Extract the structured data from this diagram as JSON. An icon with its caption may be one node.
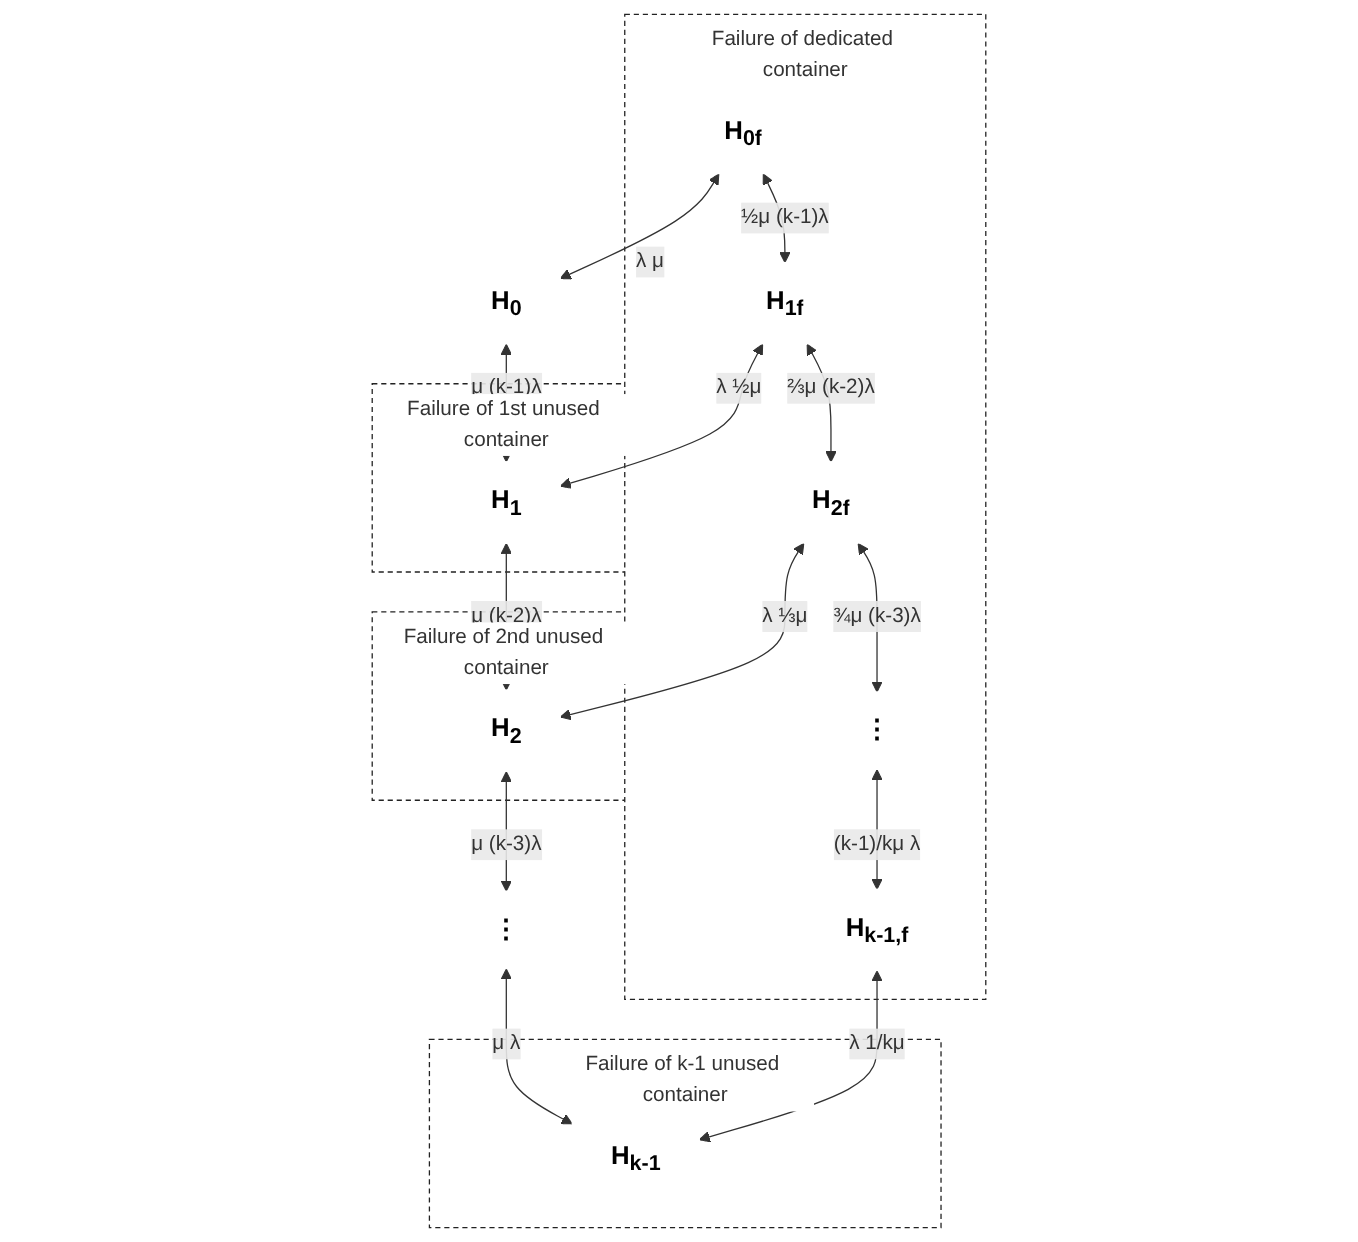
{
  "diagram": {
    "nodes": [
      {
        "text": [
          "Failure of dedicated container"
        ]
      },
      {
        "text": [
          "H$_{0f}$"
        ],
        "in": 0
      },
      {
        "text": [
          "H$_{1f}$"
        ],
        "in": 0
      },
      {
        "text": [
          "H$_{2f}$"
        ],
        "in": 0
      },
      {
        "text": [
          "⋮"
        ],
        "in": 0
      },
      {
        "text": [
          "H$_{k-1,f}$"
        ],
        "in": 0
      },
      {
        "text": [
          "H$_{0}$"
        ]
      },
      {
        "text": [
          "Failure of 1st unused container"
        ]
      },
      {
        "text": [
          "H$_{1}$"
        ],
        "in": 7
      },
      {
        "text": [
          "Failure of 2nd unused container"
        ]
      },
      {
        "text": [
          "H$_{2}$"
        ],
        "in": 9
      },
      {
        "text": [
          "⋮"
        ]
      },
      {
        "text": [
          "Failure of k-1 unused container"
        ]
      },
      {
        "text": [
          "H$_{k-1}$"
        ],
        "in": 12
      }
    ],
    "edges": [
      {
        "from": 1,
        "to": 6,
        "arrow": "both",
        "label": "λ μ"
      },
      {
        "from": 1,
        "to": 2,
        "arrow": "both",
        "label": "½μ (k-1)λ"
      },
      {
        "from": 2,
        "to": 8,
        "arrow": "both",
        "label": "λ ½μ"
      },
      {
        "from": 6,
        "to": 8,
        "arrow": "both",
        "label": "μ (k-1)λ"
      },
      {
        "from": 2,
        "to": 3,
        "arrow": "both",
        "label": "⅔μ (k-2)λ"
      },
      {
        "from": 8,
        "to": 10,
        "arrow": "both",
        "label": "μ (k-2)λ"
      },
      {
        "from": 3,
        "to": 10,
        "arrow": "both",
        "label": "λ ⅓μ"
      },
      {
        "from": 3,
        "to": 4,
        "arrow": "both",
        "label": "¾μ (k-3)λ"
      },
      {
        "from": 10,
        "to": 11,
        "arrow": "both",
        "label": "μ (k-3)λ"
      },
      {
        "from": 4,
        "to": 5,
        "arrow": "both",
        "label": "(k-1)/kμ λ"
      },
      {
        "from": 11,
        "to": 13,
        "arrow": "both",
        "label": "μ λ"
      },
      {
        "from": 5,
        "to": 13,
        "arrow": "both",
        "label": "λ 1/kμ"
      }
    ]
  }
}
